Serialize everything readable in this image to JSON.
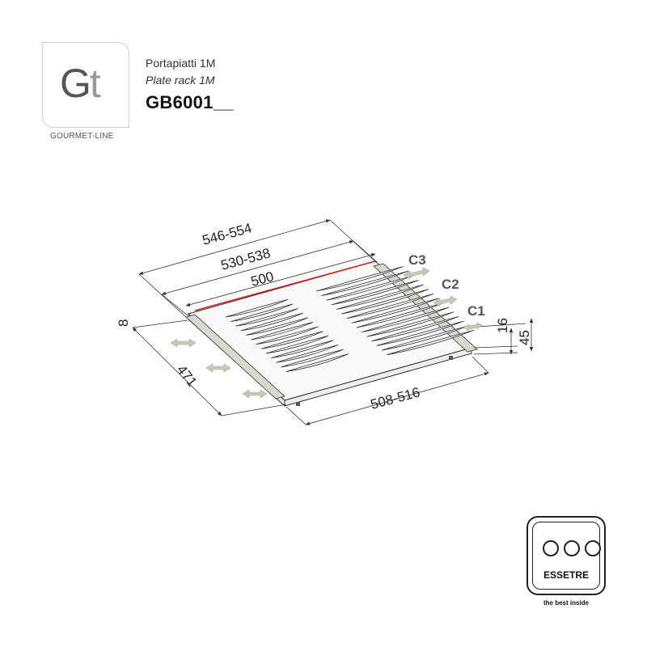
{
  "header": {
    "logo_text_g": "G",
    "logo_text_t": "t",
    "logo_caption": "GOURMET-LINE",
    "title_it": "Portapiatti 1M",
    "title_en": "Plate rack 1M",
    "product_code": "GB6001__"
  },
  "dimensions": {
    "outer_width": "546-554",
    "mid_width": "530-538",
    "inner_width": "500",
    "depth": "471",
    "side_offset": "8",
    "front_width": "508-516",
    "height_small": "16",
    "height_large": "45"
  },
  "clearances": {
    "c1": "C1",
    "c2": "C2",
    "c3": "C3"
  },
  "brand": {
    "name": "ESSETRE",
    "tagline": "the best inside"
  },
  "colors": {
    "accent_line": "#d42020",
    "drawing_stroke": "#333333",
    "arrow_fill": "#b8b8a8"
  },
  "icons": {
    "clearance_arrow": "double-arrow-icon",
    "brand_logo": "essetre-logo-icon"
  }
}
